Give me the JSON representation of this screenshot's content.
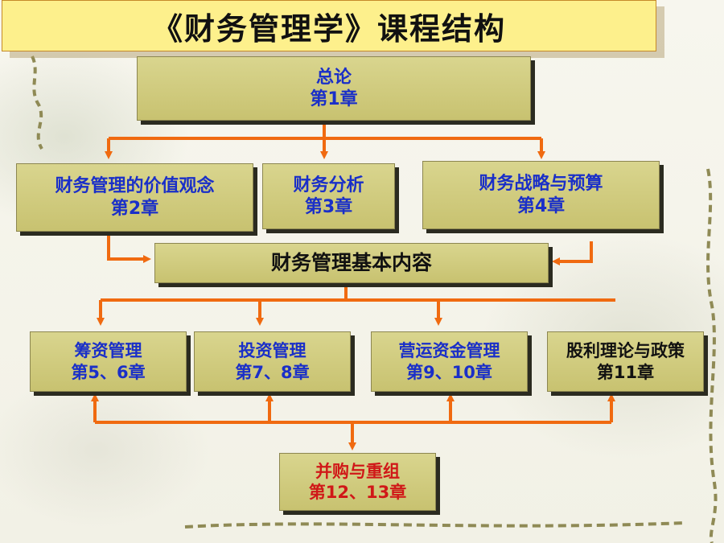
{
  "title": "《财务管理学》课程结构",
  "colors": {
    "arrow": "#f06a10",
    "box_fill": "#d1cc7e",
    "box_text_blue": "#1a2fc8",
    "box_text_red": "#d01818",
    "banner": "#fdf08c"
  },
  "boxes": {
    "intro": {
      "name": "总论",
      "chapter": "第1章"
    },
    "value": {
      "name": "财务管理的价值观念",
      "chapter": "第2章"
    },
    "analysis": {
      "name": "财务分析",
      "chapter": "第3章"
    },
    "strategy": {
      "name": "财务战略与预算",
      "chapter": "第4章"
    },
    "basic": {
      "name": "财务管理基本内容"
    },
    "financing": {
      "name": "筹资管理",
      "chapter": "第5、6章"
    },
    "investment": {
      "name": "投资管理",
      "chapter": "第7、8章"
    },
    "working_capital": {
      "name": "营运资金管理",
      "chapter": "第9、10章"
    },
    "dividend": {
      "name": "股利理论与政策",
      "chapter": "第11章"
    },
    "ma": {
      "name": "并购与重组",
      "chapter": "第12、13章"
    }
  }
}
